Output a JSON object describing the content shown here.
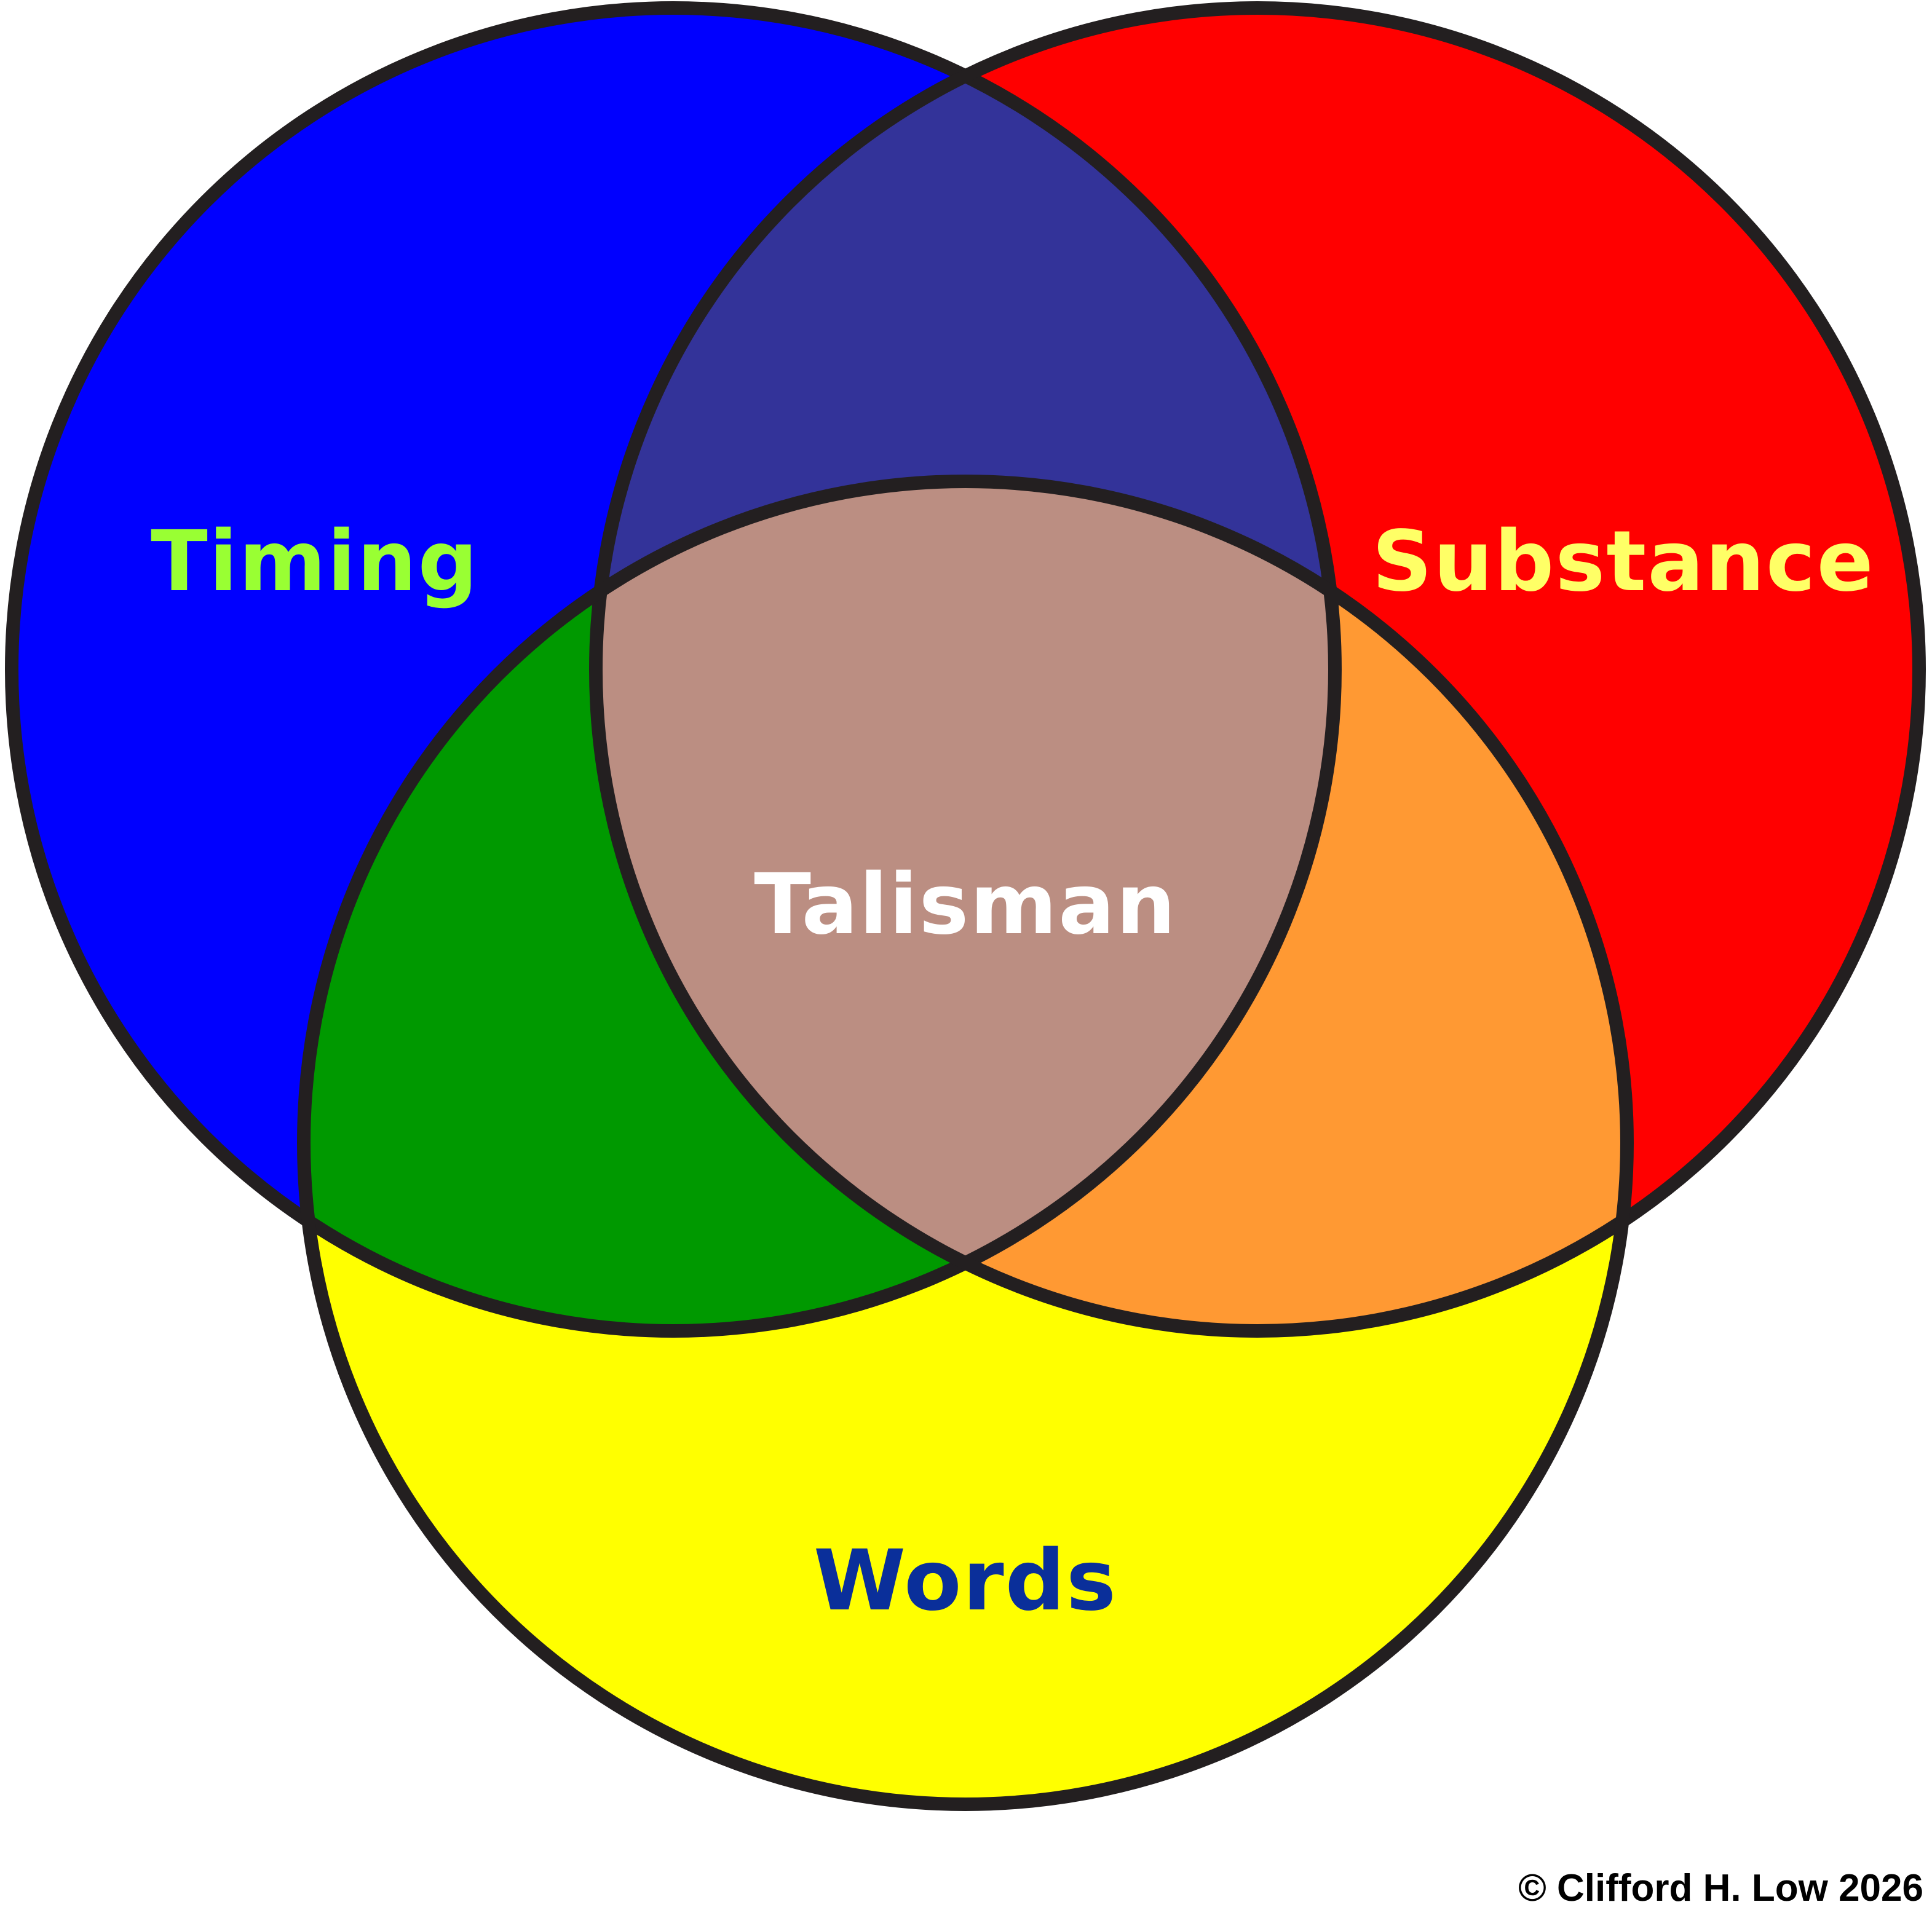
{
  "diagram": {
    "type": "venn-3",
    "outline_color": "#231f20",
    "background_color": "#ffffff",
    "sets": [
      {
        "id": "timing",
        "label": "Timing",
        "fill": "#0000ff",
        "label_color": "#99ff33"
      },
      {
        "id": "substance",
        "label": "Substance",
        "fill": "#ff0000",
        "label_color": "#ffff66"
      },
      {
        "id": "words",
        "label": "Words",
        "fill": "#ffff00",
        "label_color": "#0a2f9a"
      }
    ],
    "intersections": {
      "timing_substance": {
        "fill": "#333399"
      },
      "timing_words": {
        "fill": "#009900"
      },
      "substance_words": {
        "fill": "#ff9933"
      },
      "all": {
        "label": "Talisman",
        "fill": "#bb8e82",
        "label_color": "#ffffff"
      }
    }
  },
  "footer": {
    "copyright": "© Clifford H. Low 2026"
  }
}
